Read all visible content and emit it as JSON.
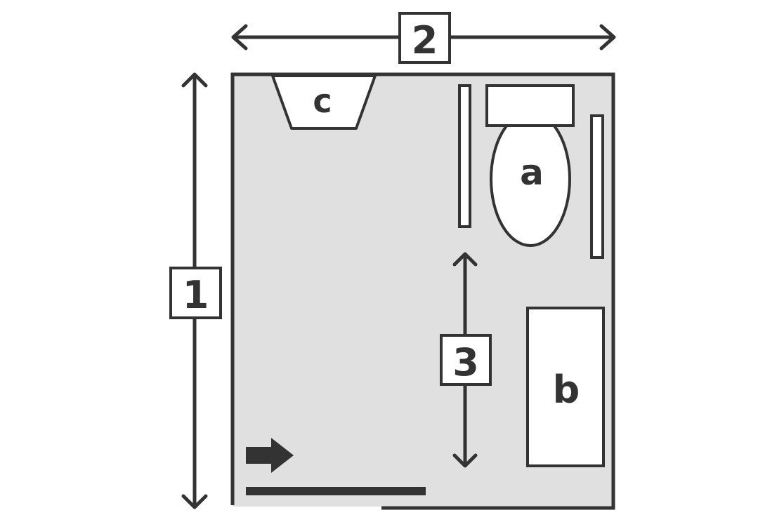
{
  "colors": {
    "stroke": "#333333",
    "room_fill": "#e0e0e0",
    "fixture_fill": "#ffffff",
    "background": "#ffffff"
  },
  "dimensions": {
    "height_label": "1",
    "width_label": "2",
    "clearance_label": "3"
  },
  "fixtures": {
    "toilet_label": "a",
    "bench_label": "b",
    "sink_label": "c"
  },
  "icons": {
    "entry": "arrow-right-icon"
  }
}
